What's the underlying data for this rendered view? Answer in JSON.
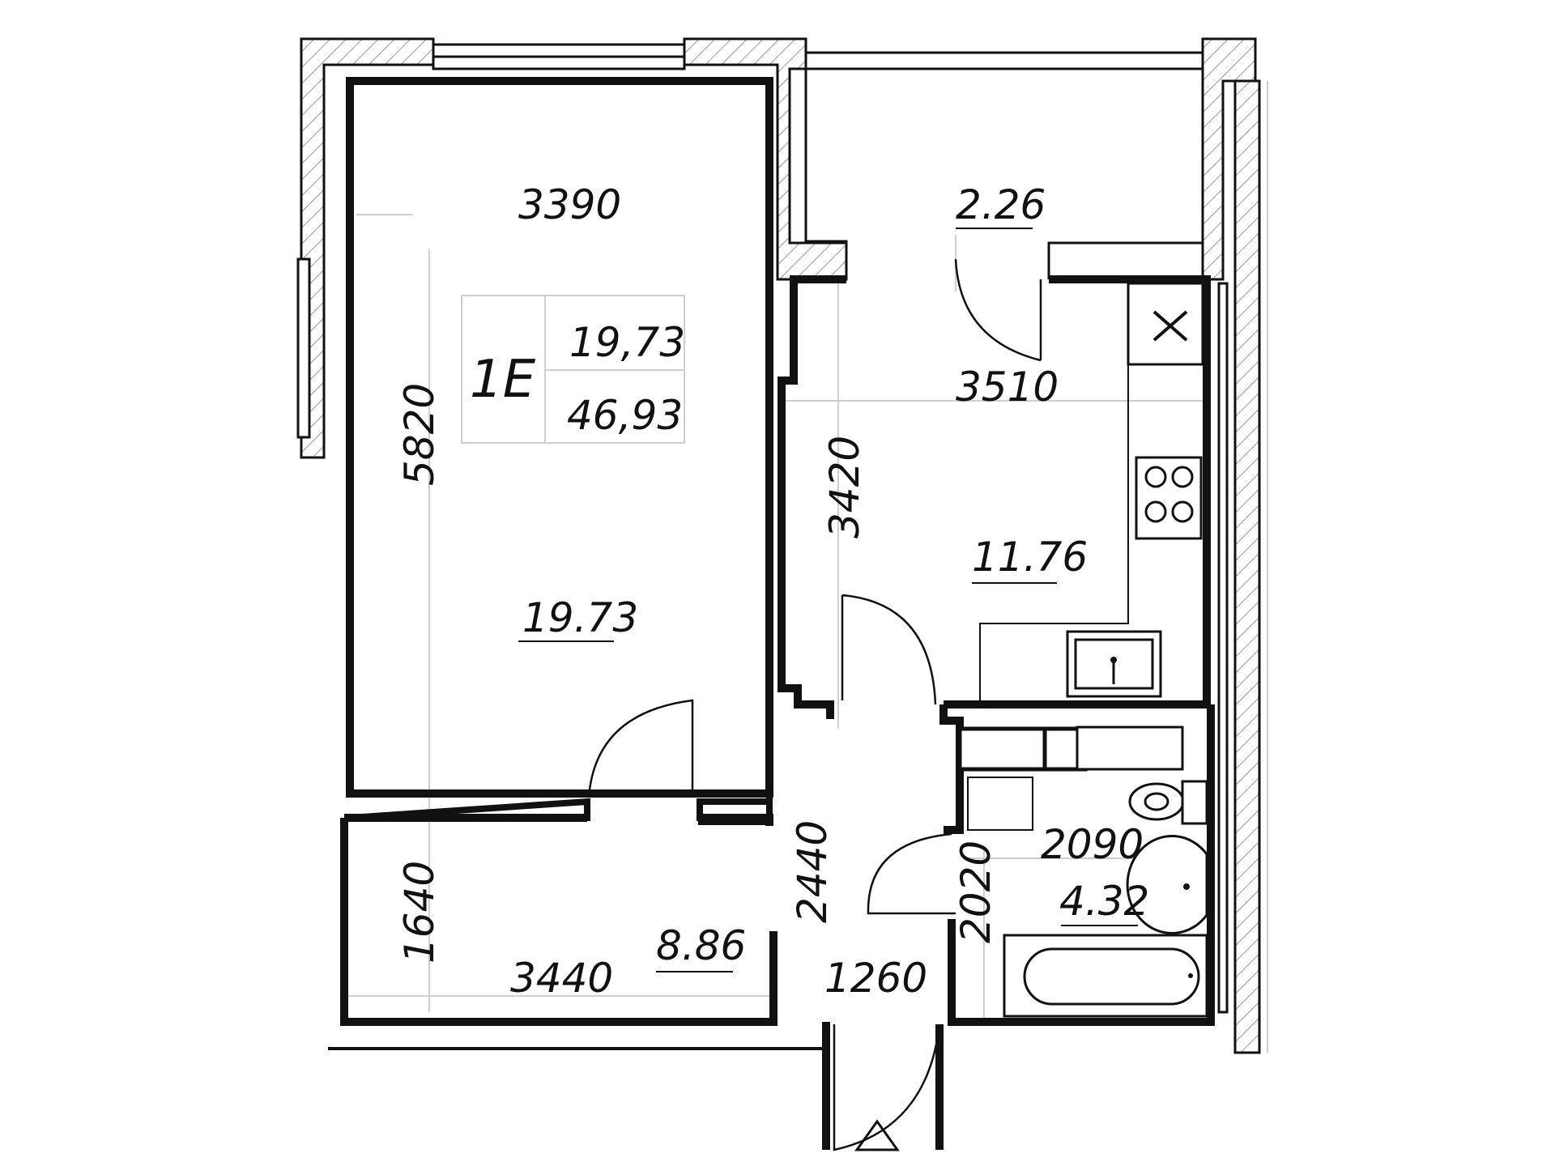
{
  "apartment": {
    "code": "1E",
    "living_area": "19,73",
    "total_area": "46,93"
  },
  "rooms": {
    "living_room": {
      "width": "3390",
      "height": "5820",
      "area": "19.73"
    },
    "balcony": {
      "area": "2.26"
    },
    "kitchen": {
      "width": "3510",
      "height": "3420",
      "area": "11.76"
    },
    "hallway": {
      "width": "3440",
      "height": "1640",
      "area": "8.86",
      "extra_height": "2440",
      "entry_width": "1260"
    },
    "bathroom": {
      "width": "2090",
      "height": "2020",
      "area": "4.32"
    }
  },
  "icons": [
    "vent-cross-icon",
    "cooktop-icon",
    "kitchen-sink-icon",
    "toilet-icon",
    "washbasin-icon",
    "bathtub-icon",
    "entrance-triangle-icon",
    "washing-machine-icon"
  ],
  "colors": {
    "wall": "#111111",
    "guide": "#cfcfcf",
    "background": "#ffffff"
  }
}
